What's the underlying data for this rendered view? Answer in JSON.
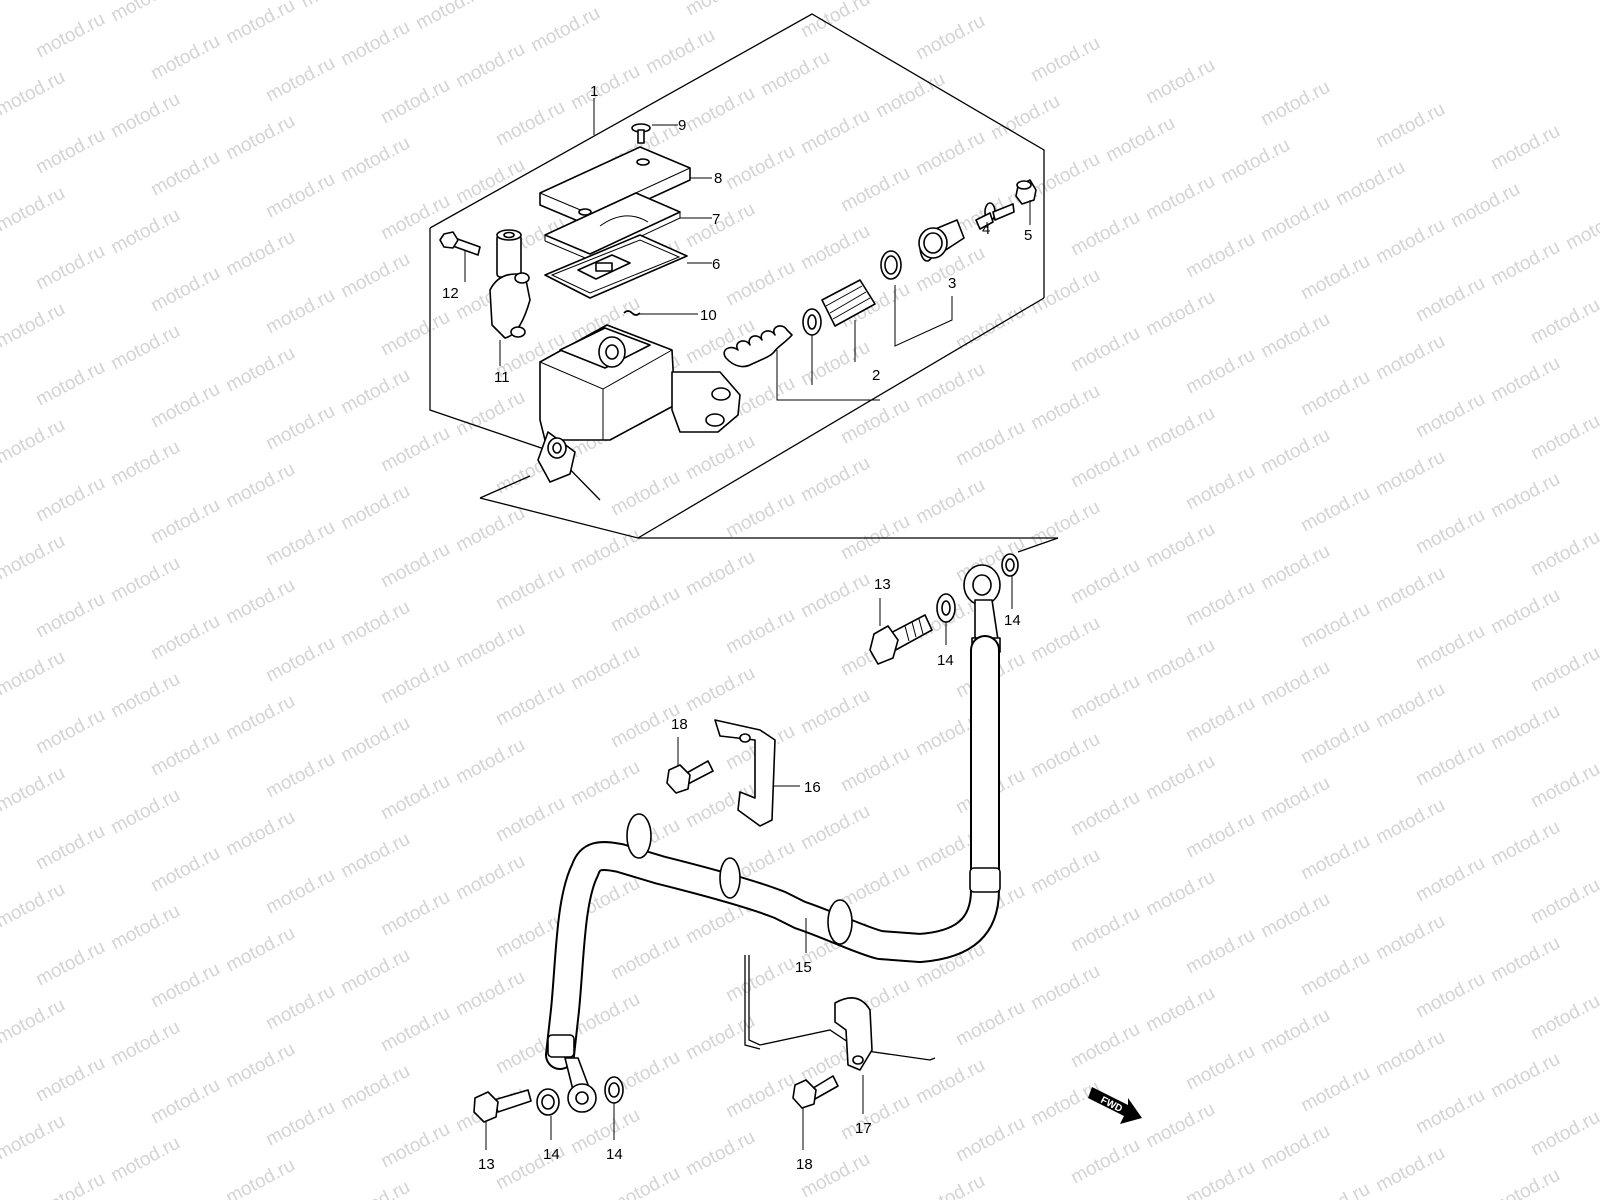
{
  "watermark": {
    "text": "motod.ru"
  },
  "fwd_label": "FWD",
  "callouts": {
    "c1": "1",
    "c2": "2",
    "c3": "3",
    "c4": "4",
    "c5": "5",
    "c6": "6",
    "c7": "7",
    "c8": "8",
    "c9": "9",
    "c10": "10",
    "c11": "11",
    "c12": "12",
    "c13a": "13",
    "c13b": "13",
    "c14a": "14",
    "c14b": "14",
    "c14c": "14",
    "c14d": "14",
    "c15": "15",
    "c16": "16",
    "c17": "17",
    "c18a": "18",
    "c18b": "18"
  }
}
